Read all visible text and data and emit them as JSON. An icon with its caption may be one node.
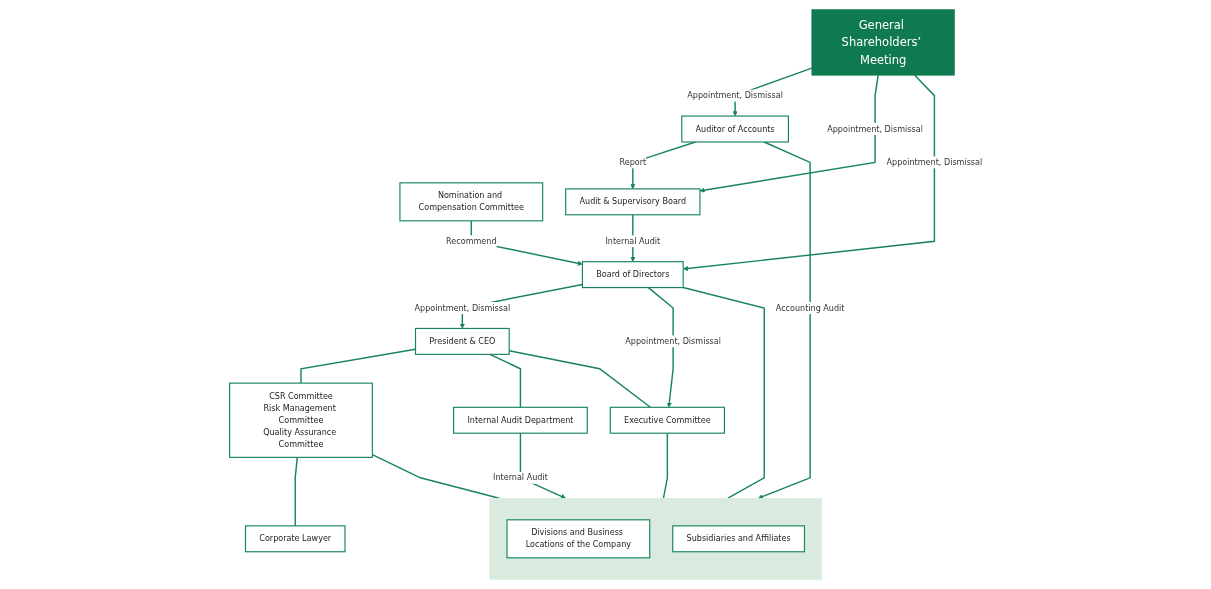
{
  "diagram": {
    "nodes": [
      {
        "text": [
          "General Shareholders’ Meeting"
        ]
      },
      {
        "text": [
          "Nomination and Compensation Committee"
        ]
      },
      {
        "text": [
          "Auditor of Accounts"
        ]
      },
      {
        "text": [
          "Audit & Supervisory Board"
        ]
      },
      {
        "text": [
          "Board of Directors"
        ]
      },
      {
        "text": [
          "President & CEO"
        ]
      },
      {
        "text": [
          "CSR Committee",
          "Risk Management Committee",
          "Quality Assurance Committee"
        ]
      },
      {
        "text": [
          "Corporate Lawyer"
        ]
      },
      {
        "text": [
          "Internal Audit Department"
        ]
      },
      {
        "text": [
          "Executive Committee"
        ]
      },
      {
        "text": [],
        "shape": "box"
      },
      {
        "text": [
          "Divisions and Business Locations of the Company"
        ],
        "in": 10
      },
      {
        "text": [
          "Subsidiaries and Affiliates"
        ],
        "in": 10
      }
    ],
    "edges": [
      {
        "from": 0,
        "to": 2,
        "arrow": "to",
        "label": "Appointment, Dismissal"
      },
      {
        "from": 0,
        "to": 3,
        "arrow": "to",
        "label": "Appointment, Dismissal"
      },
      {
        "from": 0,
        "to": 4,
        "arrow": "to",
        "label": "Appointment, Dismissal"
      },
      {
        "from": 1,
        "to": 4,
        "arrow": "to",
        "label": "Recommend"
      },
      {
        "from": 2,
        "to": 3,
        "arrow": "to",
        "label": "Report"
      },
      {
        "from": 3,
        "to": 4,
        "arrow": "to",
        "label": "Internal Audit"
      },
      {
        "from": 4,
        "to": 5,
        "arrow": "to",
        "label": "Appointment, Dismissal"
      },
      {
        "from": 4,
        "to": 9,
        "arrow": "to",
        "label": "Appointment, Dismissal"
      },
      {
        "from": 4,
        "to": 10,
        "arrow": "none"
      },
      {
        "from": 5,
        "to": 6,
        "arrow": "none"
      },
      {
        "from": 6,
        "to": 7,
        "arrow": "none"
      },
      {
        "from": 5,
        "to": 8,
        "arrow": "none"
      },
      {
        "from": 5,
        "to": 9,
        "arrow": "none"
      },
      {
        "from": 8,
        "to": 10,
        "arrow": "to",
        "label": "Internal Audit"
      },
      {
        "from": 9,
        "to": 10,
        "arrow": "none"
      },
      {
        "from": 6,
        "to": 10,
        "arrow": "none"
      },
      {
        "from": 2,
        "to": 10,
        "arrow": "to",
        "label": "Accounting Audit"
      }
    ]
  }
}
